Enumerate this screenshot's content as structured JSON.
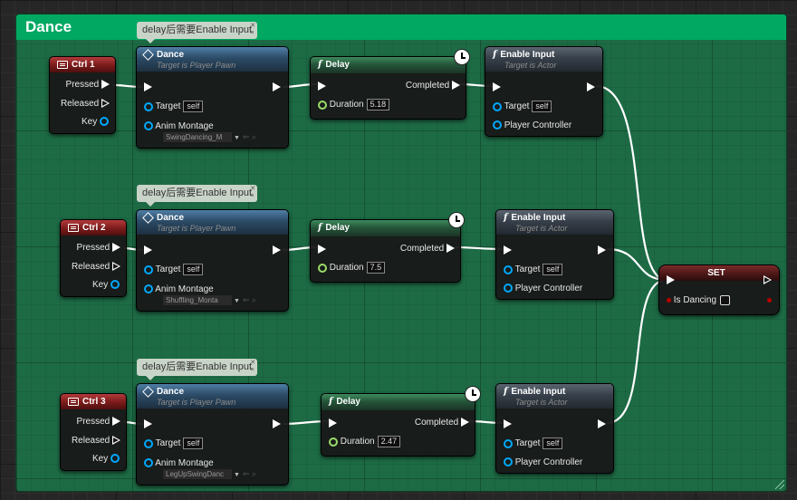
{
  "comment": {
    "title": "Dance",
    "color": "#00a862"
  },
  "bubbles": [
    "delay后需要Enable Input",
    "delay后需要Enable Input",
    "delay后需要Enable Input"
  ],
  "key_nodes": [
    {
      "title": "Ctrl 1",
      "pressed": "Pressed",
      "released": "Released",
      "key": "Key"
    },
    {
      "title": "Ctrl 2",
      "pressed": "Pressed",
      "released": "Released",
      "key": "Key"
    },
    {
      "title": "Ctrl 3",
      "pressed": "Pressed",
      "released": "Released",
      "key": "Key"
    }
  ],
  "dance_nodes": [
    {
      "title": "Dance",
      "subtitle": "Target is Player Pawn",
      "target_label": "Target",
      "target_value": "self",
      "montage_label": "Anim Montage",
      "montage_value": "SwingDancing_M"
    },
    {
      "title": "Dance",
      "subtitle": "Target is Player Pawn",
      "target_label": "Target",
      "target_value": "self",
      "montage_label": "Anim Montage",
      "montage_value": "Shuffling_Monta"
    },
    {
      "title": "Dance",
      "subtitle": "Target is Player Pawn",
      "target_label": "Target",
      "target_value": "self",
      "montage_label": "Anim Montage",
      "montage_value": "LegUpSwingDanc"
    }
  ],
  "delay_nodes": [
    {
      "title": "Delay",
      "completed": "Completed",
      "duration_label": "Duration",
      "duration": "5.18"
    },
    {
      "title": "Delay",
      "completed": "Completed",
      "duration_label": "Duration",
      "duration": "7.5"
    },
    {
      "title": "Delay",
      "completed": "Completed",
      "duration_label": "Duration",
      "duration": "2.47"
    }
  ],
  "enable_nodes": [
    {
      "title": "Enable Input",
      "subtitle": "Target is Actor",
      "target_label": "Target",
      "target_value": "self",
      "pc_label": "Player Controller"
    },
    {
      "title": "Enable Input",
      "subtitle": "Target is Actor",
      "target_label": "Target",
      "target_value": "self",
      "pc_label": "Player Controller"
    },
    {
      "title": "Enable Input",
      "subtitle": "Target is Actor",
      "target_label": "Target",
      "target_value": "self",
      "pc_label": "Player Controller"
    }
  ],
  "set_node": {
    "title": "SET",
    "var_label": "Is Dancing"
  },
  "icons": {
    "key_event": "keyboard-icon",
    "function": "function-icon",
    "latent": "clock-icon",
    "event_call": "diamond-icon"
  }
}
